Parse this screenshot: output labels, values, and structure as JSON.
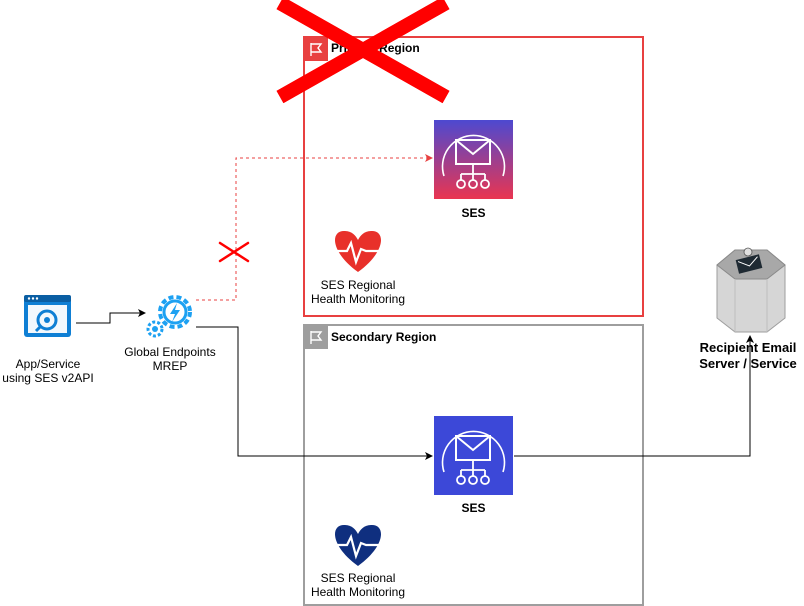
{
  "regions": {
    "primary": {
      "title": "Primary Region",
      "color": "#e84040"
    },
    "secondary": {
      "title": "Secondary Region",
      "color": "#9e9e9e"
    }
  },
  "nodes": {
    "app": {
      "line1": "App/Service",
      "line2": "using SES v2API",
      "icon": "app-service-icon"
    },
    "gateway": {
      "line1": "Global Endpoints",
      "line2": "MREP",
      "icon": "global-endpoints-icon"
    },
    "ses_primary": {
      "label": "SES",
      "icon": "ses-icon"
    },
    "ses_secondary": {
      "label": "SES",
      "icon": "ses-icon"
    },
    "health_primary": {
      "line1": "SES Regional",
      "line2": "Health Monitoring",
      "icon": "health-heart-icon"
    },
    "health_secondary": {
      "line1": "SES Regional",
      "line2": "Health Monitoring",
      "icon": "health-heart-icon"
    },
    "recipient": {
      "line1": "Recipient Email",
      "line2": "Server / Service",
      "icon": "mail-server-icon"
    }
  },
  "colors": {
    "ses_primary_top": "#4d49d0",
    "ses_primary_bottom": "#e8344e",
    "ses_secondary": "#3c48d8",
    "health_primary": "#e8302a",
    "health_secondary": "#0f2f7f",
    "app_blue": "#0f7fd4",
    "gateway_blue": "#1da1f2",
    "failure_red": "#ff0000",
    "primary_link_red": "#e84040"
  }
}
